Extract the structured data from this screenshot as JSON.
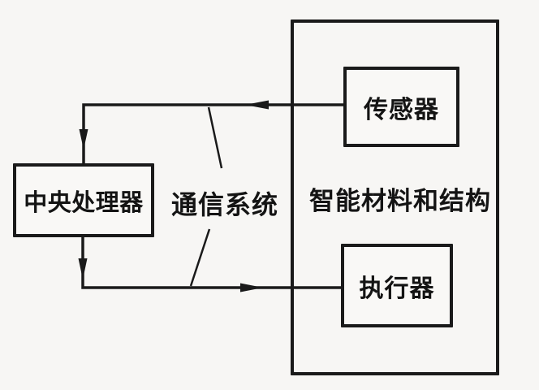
{
  "labels": {
    "cpu": "中央处理器",
    "comm_system": "通信系统",
    "smart_structure": "智能材料和结构",
    "sensor": "传感器",
    "actuator": "执行器"
  },
  "edges": [
    {
      "from": "传感器",
      "to": "中央处理器",
      "via": "通信系统",
      "direction": "sensor-to-cpu"
    },
    {
      "from": "中央处理器",
      "to": "执行器",
      "via": "通信系统",
      "direction": "cpu-to-actuator"
    }
  ],
  "colors": {
    "line": "#1a1a1a",
    "background": "#f7f6f4",
    "text": "#141414"
  }
}
